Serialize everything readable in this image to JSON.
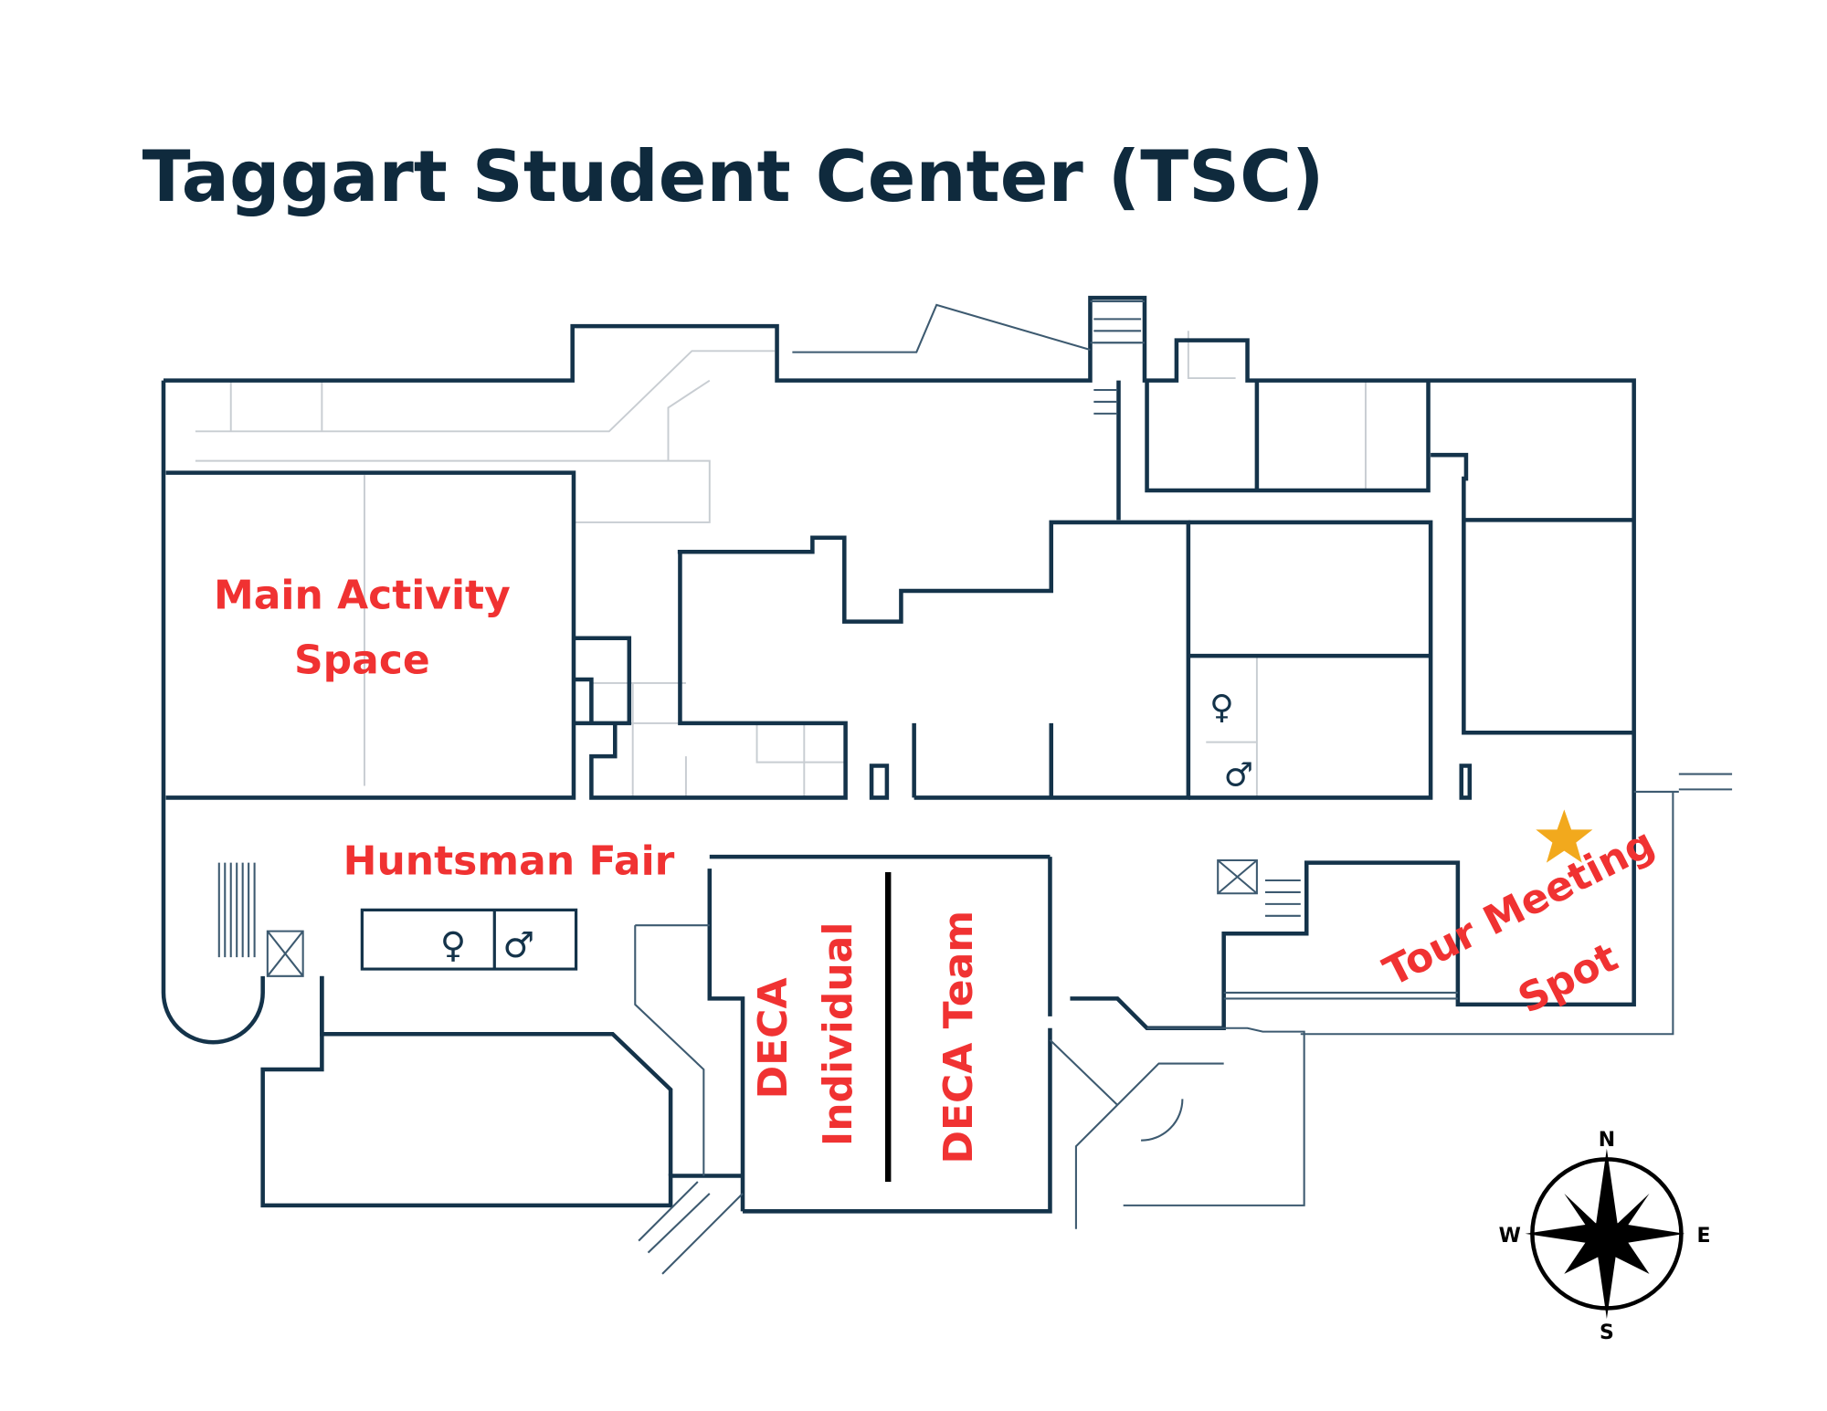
{
  "title": "Taggart Student Center (TSC)",
  "labels": {
    "main_activity_line1": "Main Activity",
    "main_activity_line2": "Space",
    "huntsman_fair": "Huntsman Fair",
    "deca_individual_line1": "DECA",
    "deca_individual_line2": "Individual",
    "deca_team": "DECA Team",
    "tour_line1": "Tour Meeting",
    "tour_line2": "Spot"
  },
  "compass": {
    "n": "N",
    "e": "E",
    "s": "S",
    "w": "W"
  },
  "colors": {
    "label": "#f03232",
    "title": "#0f2a3d",
    "star": "#f2a91d",
    "wall": "#14334a"
  }
}
